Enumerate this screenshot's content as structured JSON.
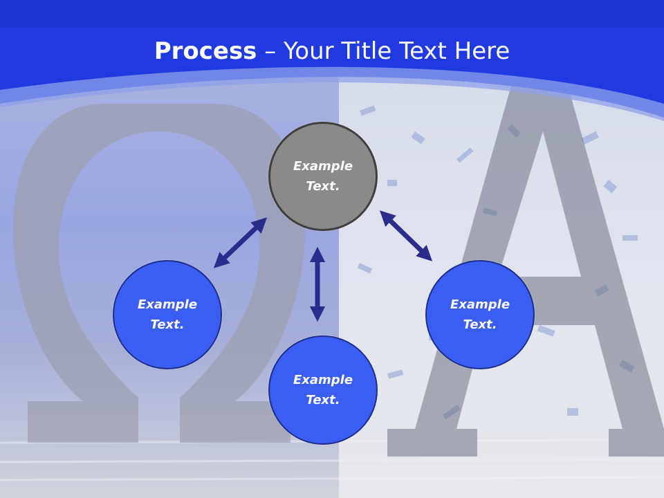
{
  "slide": {
    "title_bold": "Process",
    "title_rest": " – Your Title Text Here"
  },
  "nodes": {
    "top": "Example\nText.",
    "left": "Example\nText.",
    "bottom": "Example\nText.",
    "right": "Example\nText."
  },
  "colors": {
    "header_blue": "#1f3ae0",
    "node_blue": "#3a5ef3",
    "node_gray": "#8a8a8a",
    "arrow_navy": "#2a2d8c"
  }
}
